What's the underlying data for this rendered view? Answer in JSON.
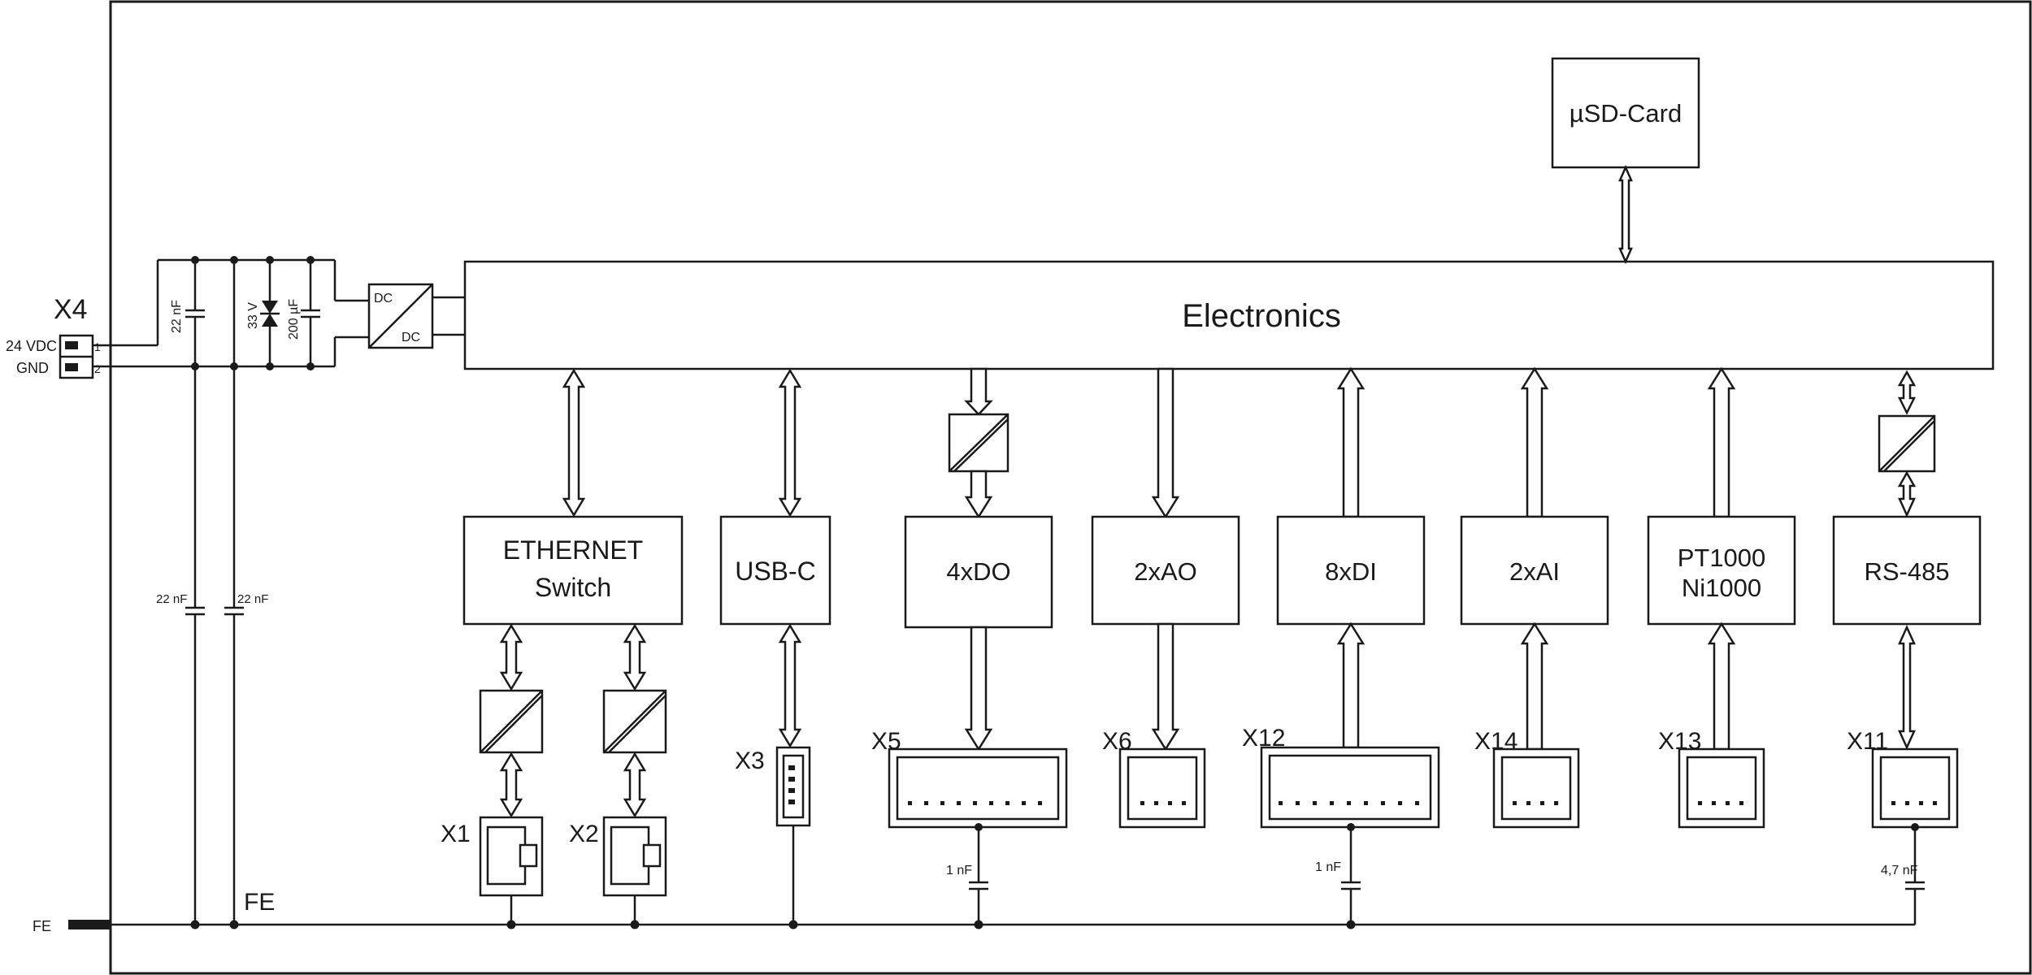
{
  "power": {
    "connector": "X4",
    "pin_labels": [
      "24 VDC",
      "GND"
    ],
    "pin_numbers": [
      "1",
      "2"
    ],
    "cap_input": "22 nF",
    "tvs_label": "33 V",
    "cap_bulk": "200 µF",
    "cap_fe_left": "22 nF",
    "cap_fe_right": "22 nF",
    "converter_top": "DC",
    "converter_bottom": "DC"
  },
  "earth": {
    "fe_label": "FE",
    "fe_terminal": "FE"
  },
  "electronics": {
    "label": "Electronics"
  },
  "sdcard": {
    "label": "µSD-Card"
  },
  "modules": {
    "ethernet": {
      "line1": "ETHERNET",
      "line2": "Switch",
      "port1": "X1",
      "port2": "X2"
    },
    "usb": {
      "label": "USB-C",
      "connector": "X3"
    },
    "do": {
      "label": "4xDO",
      "connector": "X5",
      "cap": "1 nF"
    },
    "ao": {
      "label": "2xAO",
      "connector": "X6"
    },
    "di": {
      "label": "8xDI",
      "connector": "X12",
      "cap": "1 nF"
    },
    "ai": {
      "label": "2xAI",
      "connector": "X14"
    },
    "pt": {
      "line1": "PT1000",
      "line2": "Ni1000",
      "connector": "X13"
    },
    "rs485": {
      "label": "RS-485",
      "connector": "X11",
      "cap": "4,7 nF"
    }
  }
}
